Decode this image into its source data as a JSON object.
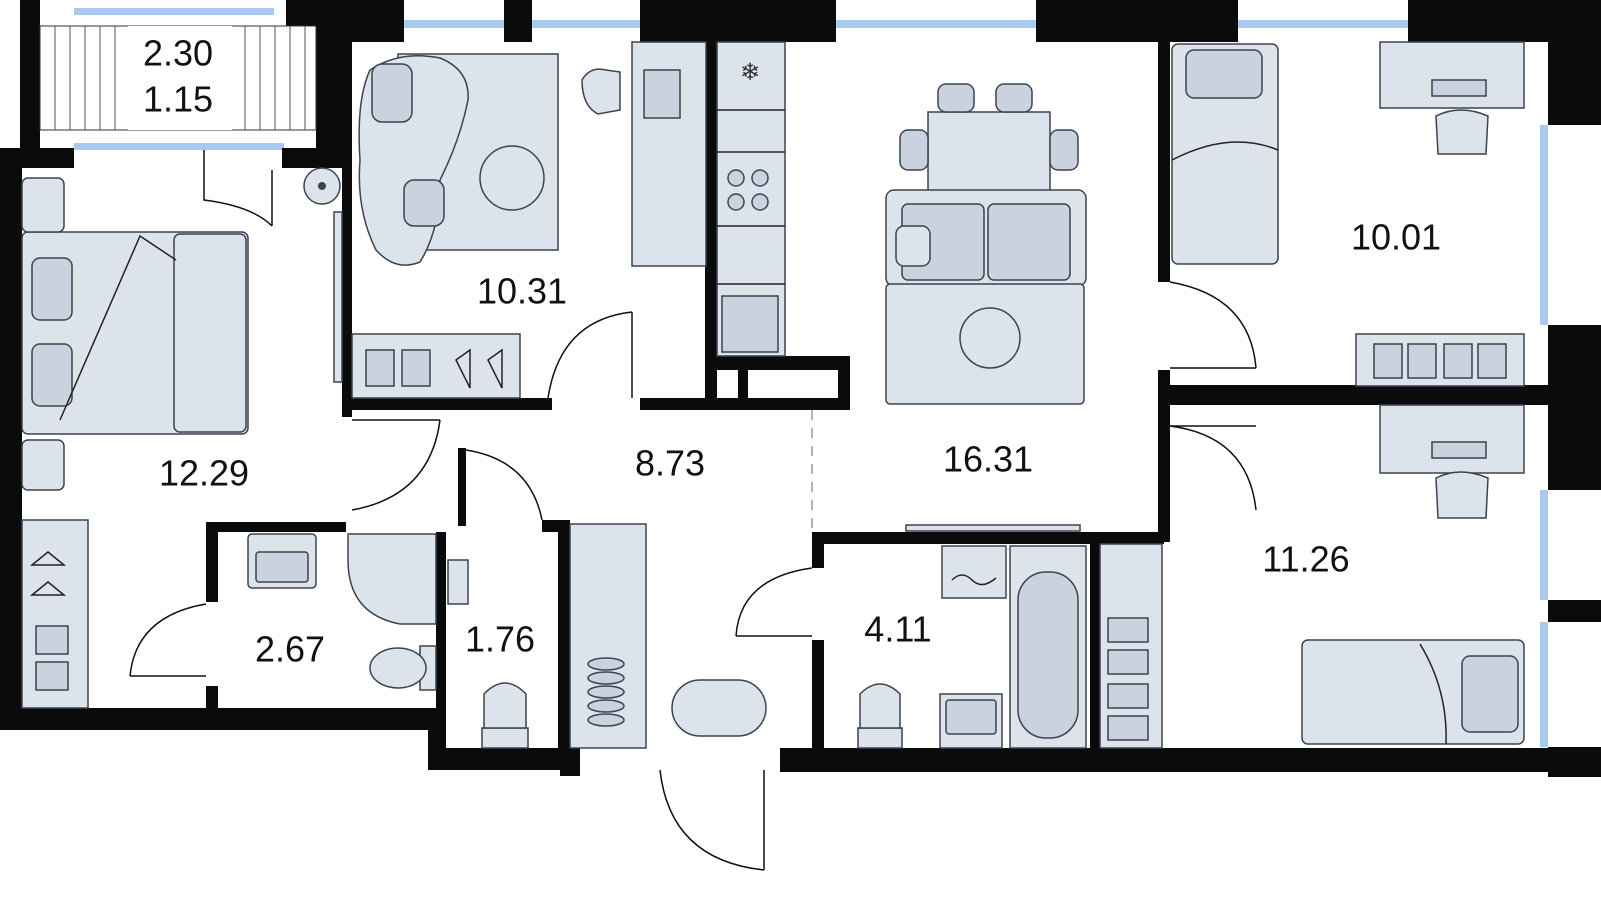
{
  "rooms": {
    "balcony_w": "2.30",
    "balcony_d": "1.15",
    "bedroom_left": "12.29",
    "living_small": "10.31",
    "hall": "8.73",
    "kitchen_living": "16.31",
    "bedroom_top_right": "10.01",
    "bedroom_bottom_right": "11.26",
    "bathroom_small": "2.67",
    "wc": "1.76",
    "bathroom_main": "4.11"
  },
  "colors": {
    "wall": "#0b0b0b",
    "furniture": "#dde3eb",
    "window": "#a9c9ee"
  }
}
